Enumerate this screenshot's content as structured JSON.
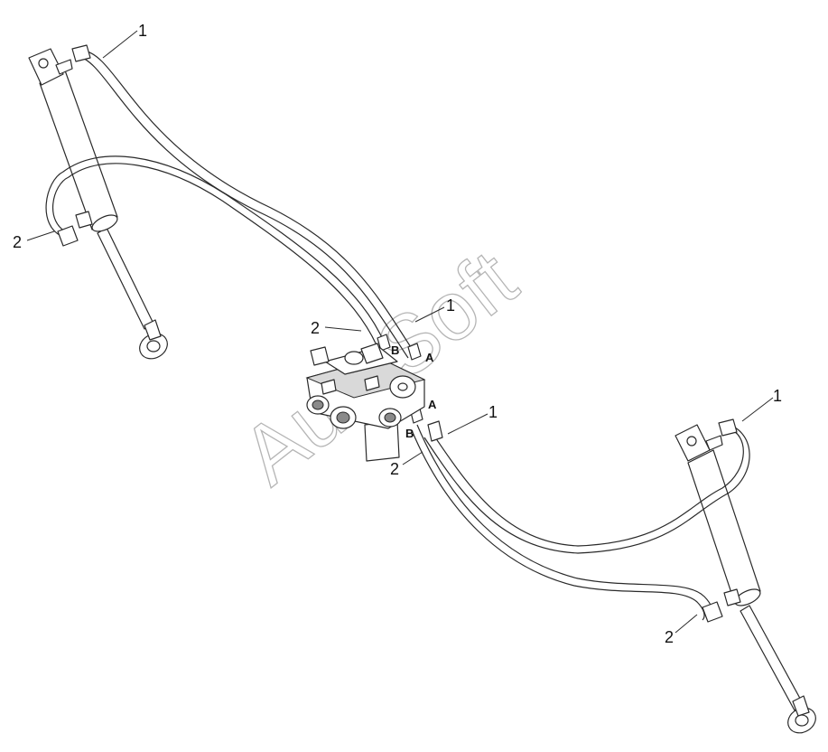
{
  "callouts": {
    "c1": "1",
    "c2": "2",
    "c3": "1",
    "c4": "2",
    "c5": "1",
    "c6": "2",
    "c7": "1",
    "c8": "2"
  },
  "ports": {
    "a_upper": "A",
    "b_upper": "B",
    "a_lower": "A",
    "b_lower": "B"
  },
  "watermark": "AutoSoft"
}
